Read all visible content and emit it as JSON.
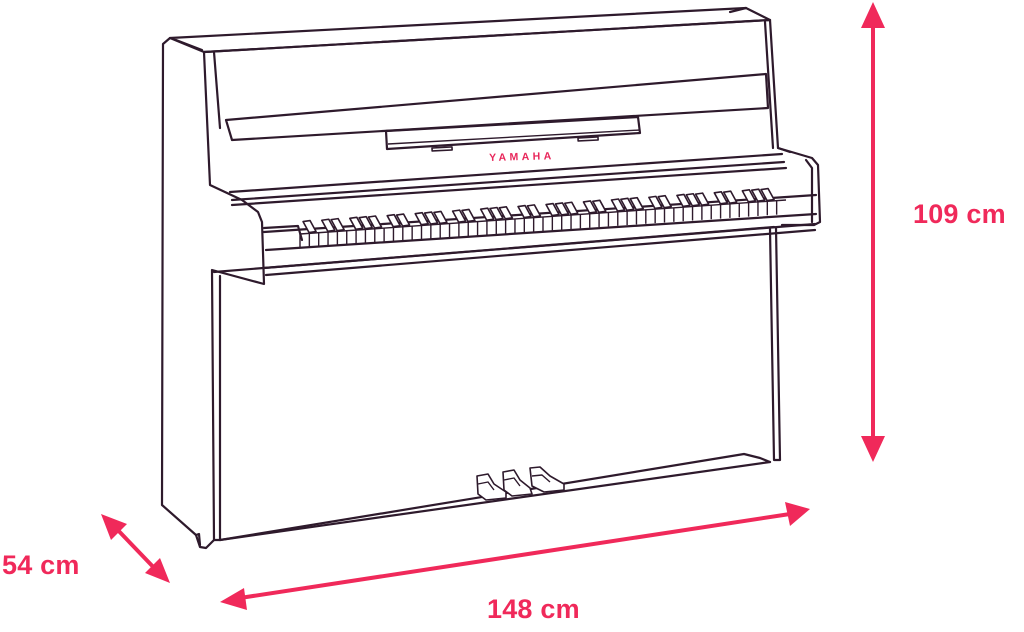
{
  "diagram": {
    "subject": "Upright piano",
    "brand_label": "YAMAHA",
    "colors": {
      "accent": "#f0295a",
      "outline": "#2e1a2c",
      "background": "#ffffff"
    },
    "dimensions": {
      "height": {
        "label": "109 cm",
        "value": 109,
        "unit": "cm",
        "axis": "vertical"
      },
      "width": {
        "label": "148 cm",
        "value": 148,
        "unit": "cm",
        "axis": "horizontal"
      },
      "depth": {
        "label": "54 cm",
        "value": 54,
        "unit": "cm",
        "axis": "diagonal"
      }
    },
    "pedals": {
      "count": 3
    }
  }
}
